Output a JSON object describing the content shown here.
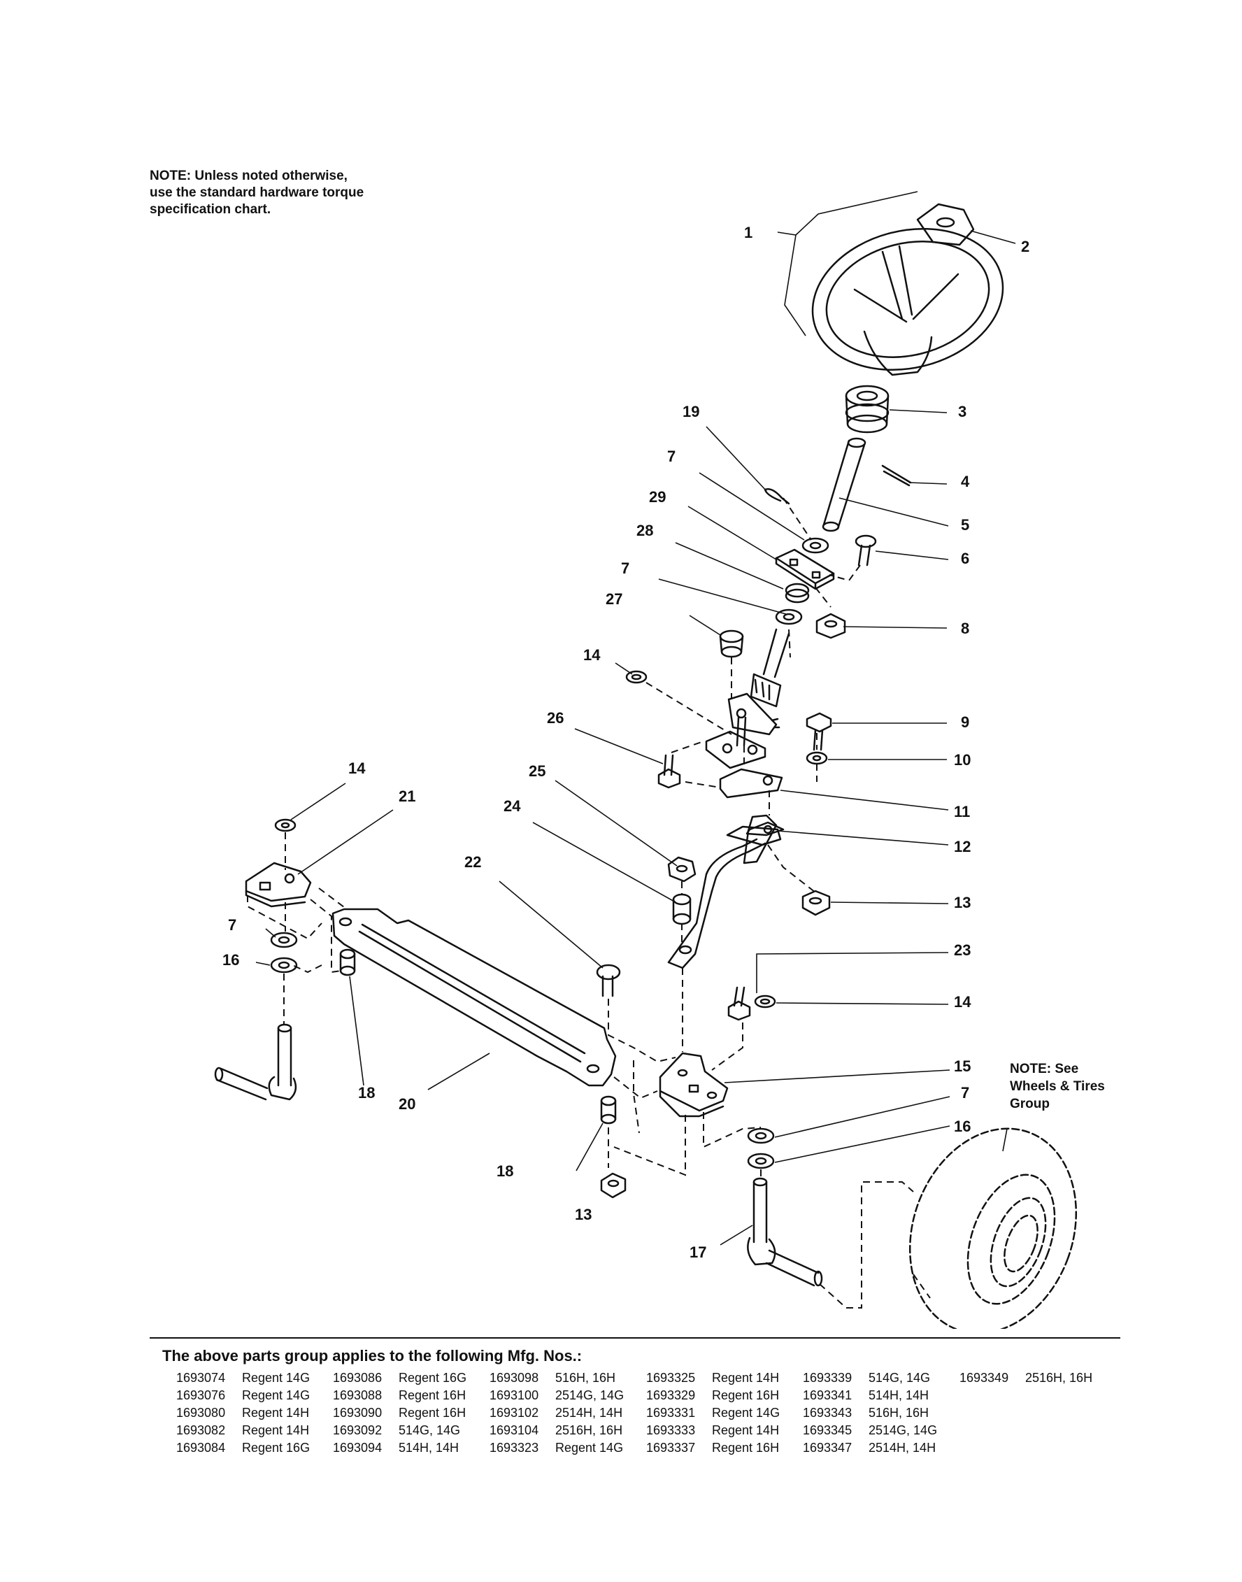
{
  "note_top": [
    "NOTE: Unless noted otherwise,",
    "use the standard hardware torque",
    "specification chart."
  ],
  "note_side": [
    "NOTE: See",
    "Wheels & Tires",
    "Group"
  ],
  "callouts": [
    "1",
    "2",
    "3",
    "19",
    "4",
    "7",
    "5",
    "29",
    "6",
    "28",
    "7",
    "27",
    "8",
    "14",
    "9",
    "26",
    "10",
    "25",
    "11",
    "14",
    "21",
    "12",
    "24",
    "22",
    "13",
    "23",
    "7",
    "16",
    "14",
    "18",
    "15",
    "20",
    "7",
    "16",
    "18",
    "13",
    "17"
  ],
  "applies_heading": "The above parts group applies to the following Mfg. Nos.:",
  "mfg_rows": [
    [
      [
        "1693074",
        "Regent 14G"
      ],
      [
        "1693086",
        "Regent 16G"
      ],
      [
        "1693098",
        "516H, 16H"
      ],
      [
        "1693325",
        "Regent 14H"
      ],
      [
        "1693339",
        "514G, 14G"
      ],
      [
        "1693349",
        "2516H, 16H"
      ]
    ],
    [
      [
        "1693076",
        "Regent 14G"
      ],
      [
        "1693088",
        "Regent 16H"
      ],
      [
        "1693100",
        "2514G, 14G"
      ],
      [
        "1693329",
        "Regent 16H"
      ],
      [
        "1693341",
        "514H, 14H"
      ]
    ],
    [
      [
        "1693080",
        "Regent 14H"
      ],
      [
        "1693090",
        "Regent 16H"
      ],
      [
        "1693102",
        "2514H, 14H"
      ],
      [
        "1693331",
        "Regent 14G"
      ],
      [
        "1693343",
        "516H, 16H"
      ]
    ],
    [
      [
        "1693082",
        "Regent 14H"
      ],
      [
        "1693092",
        "514G, 14G"
      ],
      [
        "1693104",
        "2516H, 16H"
      ],
      [
        "1693333",
        "Regent 14H"
      ],
      [
        "1693345",
        "2514G, 14G"
      ]
    ],
    [
      [
        "1693084",
        "Regent 16G"
      ],
      [
        "1693094",
        "514H, 14H"
      ],
      [
        "1693323",
        "Regent 14G"
      ],
      [
        "1693337",
        "Regent 16H"
      ],
      [
        "1693347",
        "2514H, 14H"
      ]
    ]
  ]
}
